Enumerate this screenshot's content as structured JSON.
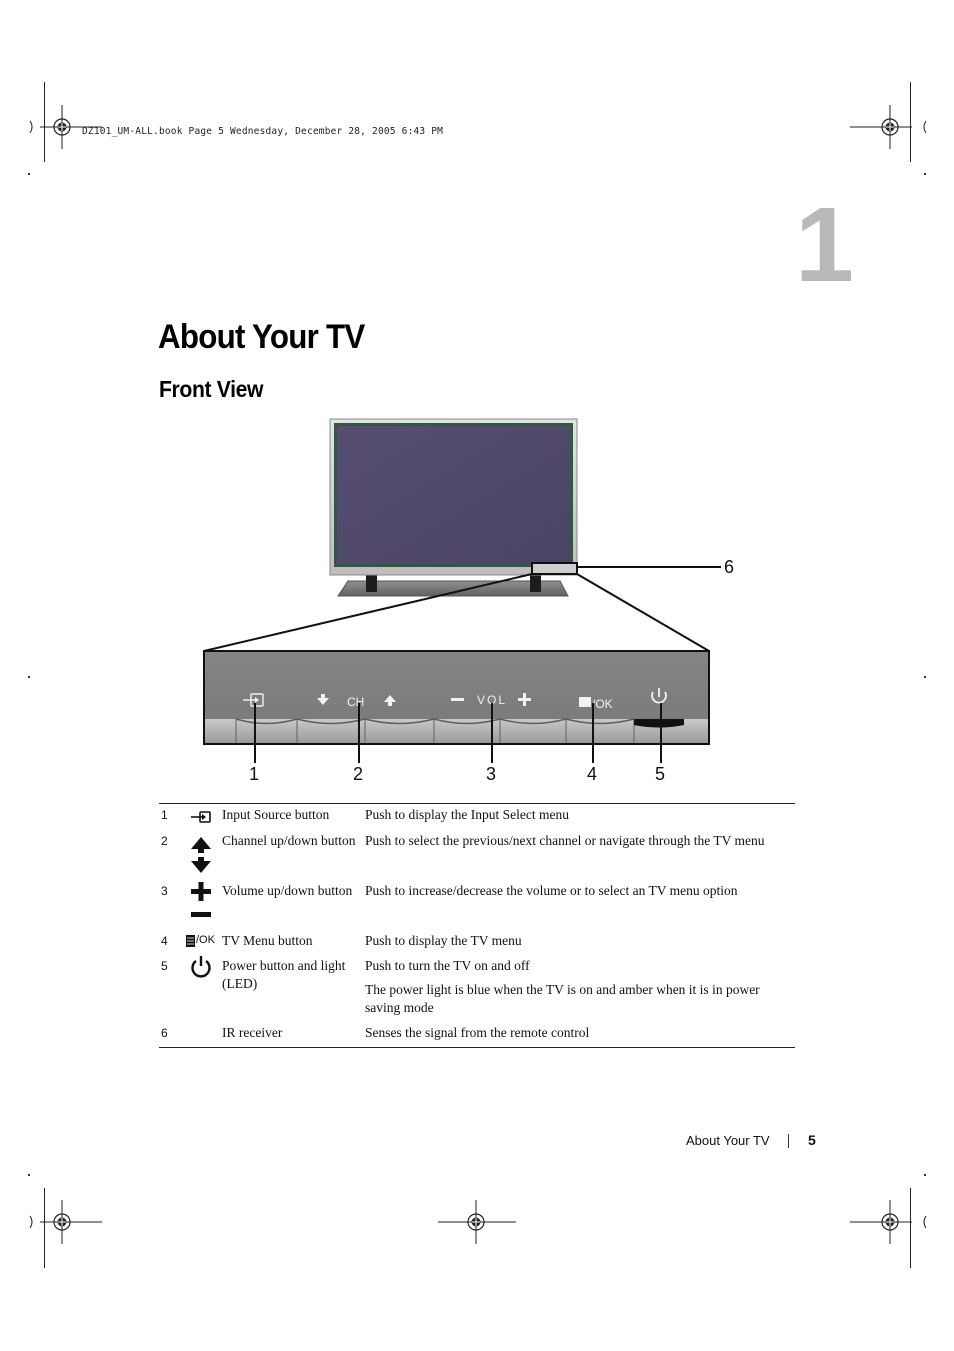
{
  "slug": "DZ101_UM-ALL.book  Page 5  Wednesday, December 28, 2005  6:43 PM",
  "chapter_number": "1",
  "title": "About Your TV",
  "subtitle": "Front View",
  "figure": {
    "panel_labels": {
      "ch": "CH",
      "vol": "VOL",
      "ok": "/OK"
    },
    "callouts": [
      "1",
      "2",
      "3",
      "4",
      "5",
      "6"
    ]
  },
  "table": {
    "rows": [
      {
        "num": "1",
        "icon": "input-source-icon",
        "item": "Input Source button",
        "desc": [
          "Push to display the Input Select menu"
        ]
      },
      {
        "num": "2",
        "icon": "channel-up-down-icon",
        "item": "Channel up/down button",
        "desc": [
          "Push to select the previous/next channel or navigate through the TV menu"
        ]
      },
      {
        "num": "3",
        "icon": "volume-up-down-icon",
        "item": "Volume up/down button",
        "desc": [
          "Push to increase/decrease the volume or to select an TV menu option"
        ]
      },
      {
        "num": "4",
        "icon": "menu-ok-icon",
        "icon_text": "/OK",
        "item": "TV Menu button",
        "desc": [
          "Push to display the TV menu"
        ]
      },
      {
        "num": "5",
        "icon": "power-icon",
        "item": "Power button and light (LED)",
        "desc": [
          "Push to turn the TV on and off",
          "The power light is blue when the TV is on and amber when it is in power saving mode"
        ]
      },
      {
        "num": "6",
        "icon": "",
        "item": "IR receiver",
        "desc": [
          "Senses the signal from the remote control"
        ]
      }
    ]
  },
  "footer": {
    "label": "About Your TV",
    "page": "5"
  }
}
